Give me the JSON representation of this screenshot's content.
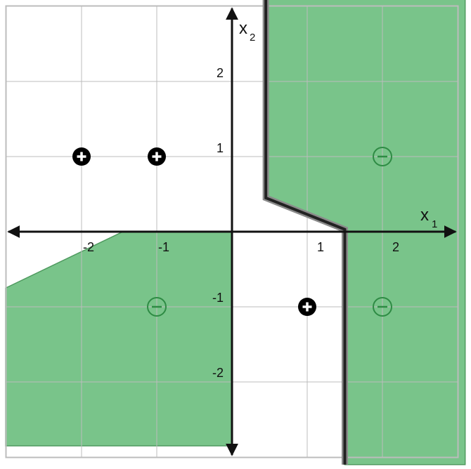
{
  "plot": {
    "axes": {
      "x_name": "x",
      "x_subscript": "1",
      "y_name": "x",
      "y_subscript": "2"
    },
    "x_ticks": [
      {
        "value": -2,
        "label": "-2"
      },
      {
        "value": -1,
        "label": "-1"
      },
      {
        "value": 1,
        "label": "1"
      },
      {
        "value": 2,
        "label": "2"
      }
    ],
    "y_ticks": [
      {
        "value": 2,
        "label": "2"
      },
      {
        "value": 1,
        "label": "1"
      },
      {
        "value": -1,
        "label": "-1"
      },
      {
        "value": -2,
        "label": "-2"
      }
    ],
    "xlim": [
      -3,
      3
    ],
    "ylim": [
      -3,
      3
    ],
    "grid": true,
    "colors": {
      "region_fill": "#79c48a",
      "region_edge": "#4f9a5f",
      "boundary": "#222222",
      "grid": "#bcbcbc",
      "axis": "#111111",
      "positive_marker": "#000000",
      "negative_marker": "#2e8b44"
    },
    "positive_points": [
      {
        "x": -2,
        "y": 1,
        "symbol": "+"
      },
      {
        "x": -1,
        "y": 1,
        "symbol": "+"
      },
      {
        "x": 1,
        "y": -1,
        "symbol": "+"
      }
    ],
    "negative_points": [
      {
        "x": 2,
        "y": 1,
        "symbol": "−"
      },
      {
        "x": -1,
        "y": -1,
        "symbol": "−"
      },
      {
        "x": 2,
        "y": -1,
        "symbol": "−"
      }
    ],
    "negative_regions": [
      {
        "name": "upper-right",
        "vertices": [
          [
            0.45,
            3.1
          ],
          [
            0.45,
            0.45
          ],
          [
            1.5,
            0.03
          ],
          [
            1.5,
            -3.1
          ],
          [
            3.1,
            -3.1
          ],
          [
            3.1,
            3.1
          ]
        ]
      },
      {
        "name": "lower-left",
        "vertices": [
          [
            -3.1,
            -0.75
          ],
          [
            -1.45,
            0
          ],
          [
            0,
            0
          ],
          [
            0,
            -2.85
          ],
          [
            -3.1,
            -2.85
          ]
        ]
      }
    ],
    "decision_boundary": [
      [
        0.45,
        3.1
      ],
      [
        0.45,
        0.45
      ],
      [
        1.5,
        0.03
      ],
      [
        1.5,
        -3.1
      ]
    ]
  }
}
